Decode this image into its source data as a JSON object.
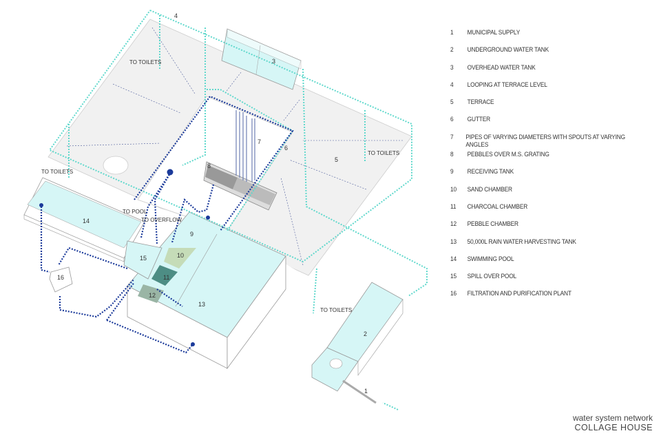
{
  "legend": [
    {
      "num": "1",
      "label": "MUNICIPAL SUPPLY"
    },
    {
      "num": "2",
      "label": "UNDERGROUND WATER TANK"
    },
    {
      "num": "3",
      "label": "OVERHEAD WATER TANK"
    },
    {
      "num": "4",
      "label": "LOOPING AT TERRACE LEVEL"
    },
    {
      "num": "5",
      "label": "TERRACE"
    },
    {
      "num": "6",
      "label": "GUTTER"
    },
    {
      "num": "7",
      "label": "PIPES OF VARYING DIAMETERS WITH SPOUTS AT VARYING ANGLES"
    },
    {
      "num": "8",
      "label": "PEBBLES OVER M.S. GRATING"
    },
    {
      "num": "9",
      "label": "RECEIVING TANK"
    },
    {
      "num": "10",
      "label": "SAND CHAMBER"
    },
    {
      "num": "11",
      "label": "CHARCOAL CHAMBER"
    },
    {
      "num": "12",
      "label": "PEBBLE CHAMBER"
    },
    {
      "num": "13",
      "label": "50,000L RAIN WATER HARVESTING TANK"
    },
    {
      "num": "14",
      "label": "SWIMMING POOL"
    },
    {
      "num": "15",
      "label": "SPILL OVER POOL"
    },
    {
      "num": "16",
      "label": "FILTRATION AND PURIFICATION PLANT"
    }
  ],
  "annotations": {
    "to_toilets": "TO TOILETS",
    "to_pool": "TO POOL",
    "to_overflow": "TO OVERFLOW"
  },
  "title": {
    "line1": "water system network",
    "line2": "COLLAGE HOUSE"
  },
  "colors": {
    "fresh_water": "#5fd8cc",
    "rain_water": "#1b3a9a",
    "water_fill": "#d6f6f6",
    "terrace": "#f0f0f0"
  }
}
